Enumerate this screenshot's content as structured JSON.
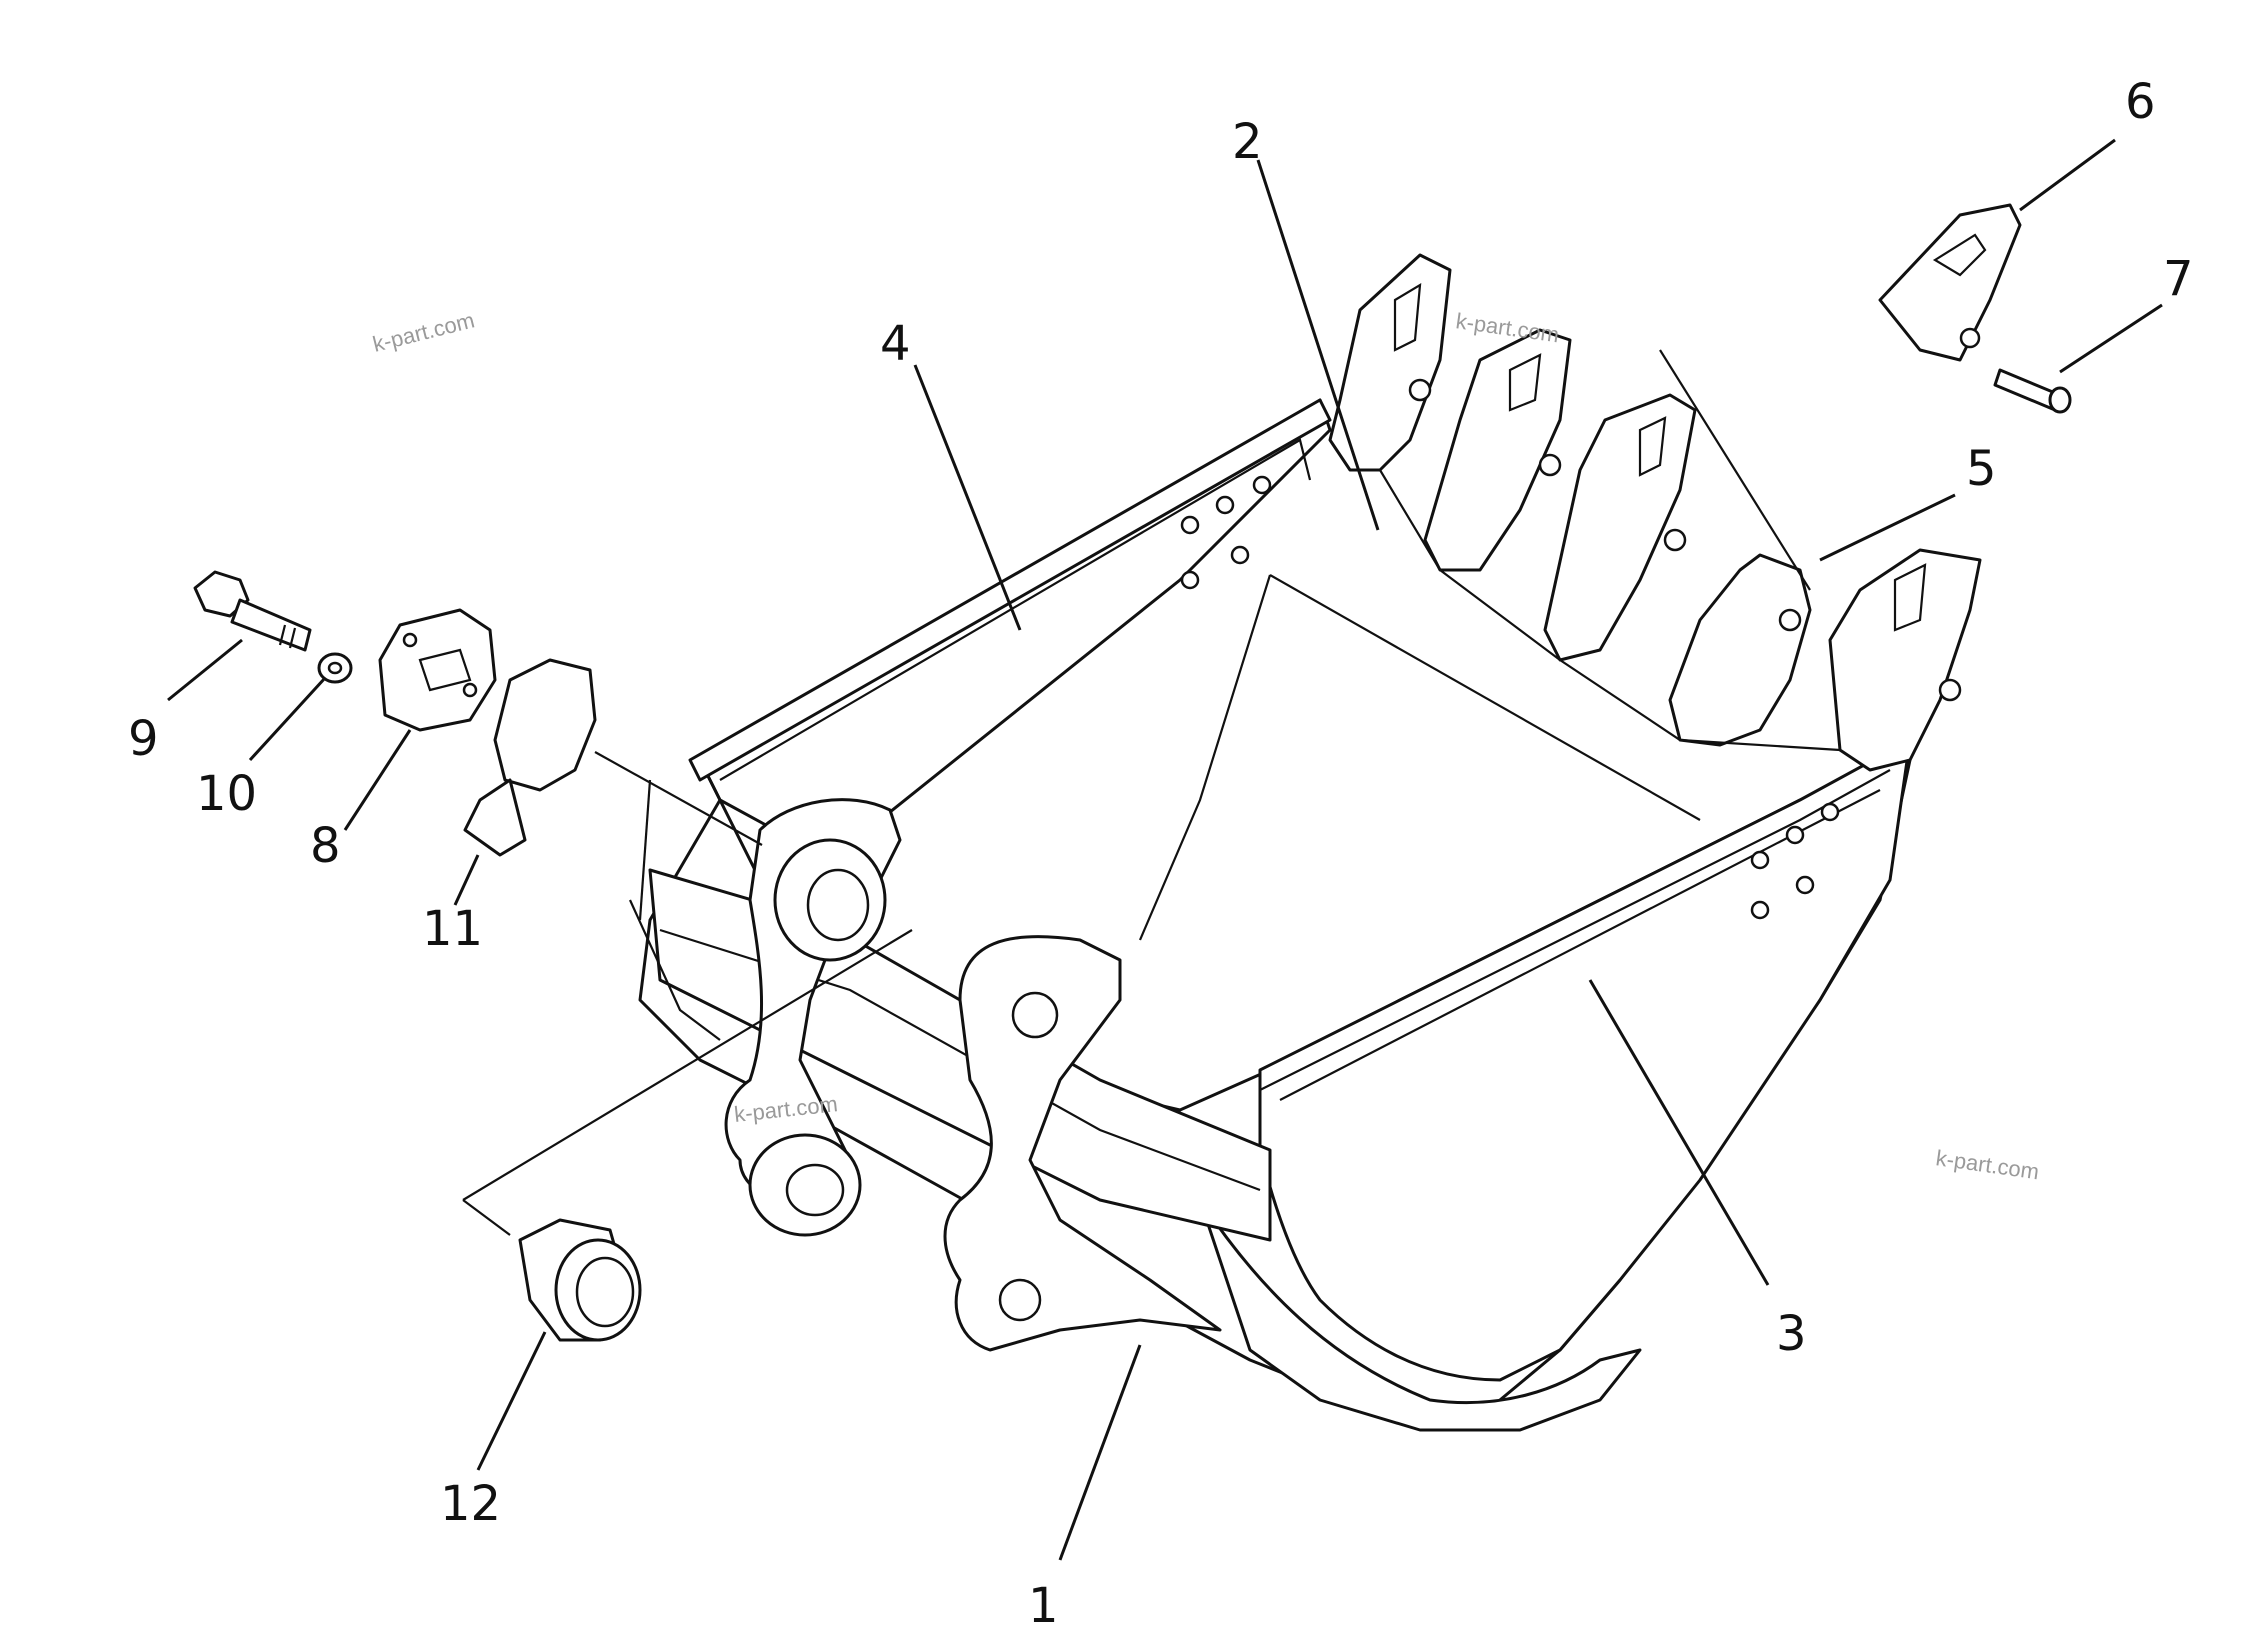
{
  "diagram": {
    "callouts": [
      {
        "id": "1",
        "label": "1"
      },
      {
        "id": "2",
        "label": "2"
      },
      {
        "id": "3",
        "label": "3"
      },
      {
        "id": "4",
        "label": "4"
      },
      {
        "id": "5",
        "label": "5"
      },
      {
        "id": "6",
        "label": "6"
      },
      {
        "id": "7",
        "label": "7"
      },
      {
        "id": "8",
        "label": "8"
      },
      {
        "id": "9",
        "label": "9"
      },
      {
        "id": "10",
        "label": "10"
      },
      {
        "id": "11",
        "label": "11"
      },
      {
        "id": "12",
        "label": "12"
      }
    ],
    "watermarks": [
      "k-part.com",
      "k-part.com",
      "k-part.com",
      "k-part.com"
    ],
    "colors": {
      "line": "#111111",
      "background": "#ffffff",
      "watermark": "#9a9a9a"
    }
  }
}
